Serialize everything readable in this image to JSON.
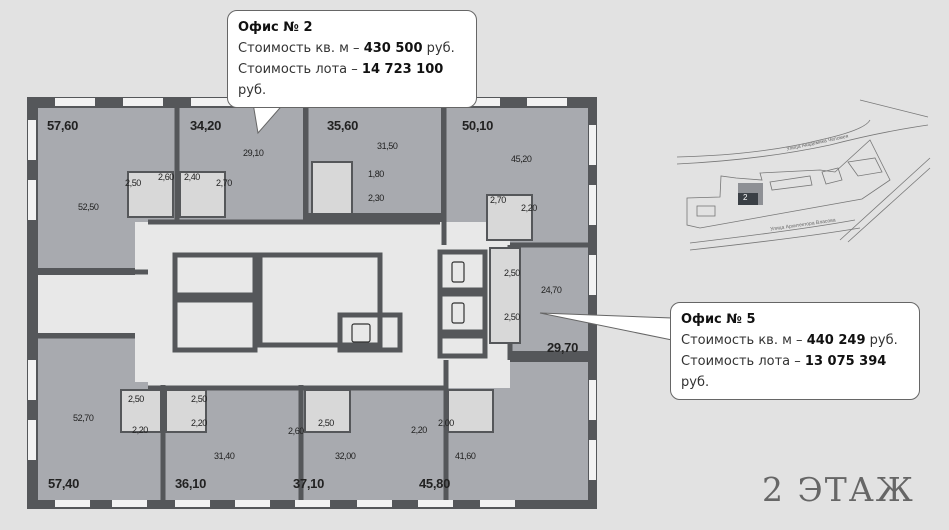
{
  "callouts": [
    {
      "title": "Офис № 2",
      "price_sqm_label": "Стоимость кв. м – ",
      "price_sqm": "430 500",
      "price_lot_label": "Стоимость лота – ",
      "price_lot": "14 723 100",
      "currency": " руб."
    },
    {
      "title": "Офис № 5",
      "price_sqm_label": "Стоимость кв. м – ",
      "price_sqm": "440 249",
      "price_lot_label": "Стоимость лота – ",
      "price_lot": "13 075 394",
      "currency": " руб."
    }
  ],
  "floor_label": "2 ЭТАЖ",
  "office_areas": [
    "57,60",
    "34,20",
    "35,60",
    "50,10",
    "29,70",
    "57,40",
    "36,10",
    "37,10",
    "45,80"
  ],
  "room_areas": [
    "29,10",
    "31,50",
    "45,20",
    "52,50",
    "2,50",
    "2,60",
    "2,40",
    "2,70",
    "1,80",
    "2,30",
    "2,70",
    "2,20",
    "2,50",
    "24,70",
    "2,50",
    "52,70",
    "2,50",
    "2,20",
    "2,50",
    "2,20",
    "31,40",
    "2,60",
    "2,50",
    "32,00",
    "2,20",
    "2,00",
    "41,60"
  ],
  "site_map": {
    "building_number": "2",
    "streets": [
      "Улица Академика Челомея",
      "Улица Архитектора Власова"
    ]
  },
  "colors": {
    "background": "#e2e2e2",
    "room": "#a8aaaf",
    "wall": "#55575a",
    "corridor": "#e8e8e8"
  }
}
